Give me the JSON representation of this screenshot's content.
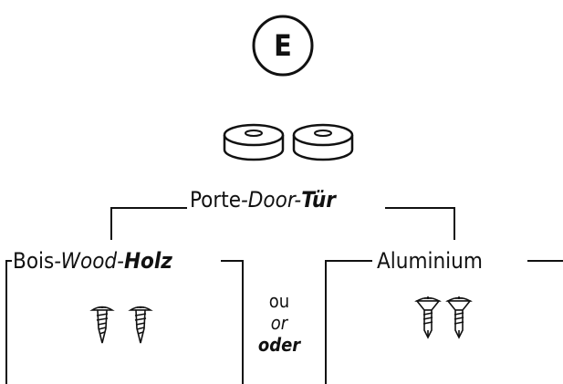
{
  "badge": {
    "letter": "E"
  },
  "door": {
    "fr": "Porte",
    "sep1": "-",
    "en": "Door",
    "sep2": "-",
    "de": "Tür"
  },
  "wood": {
    "fr": "Bois",
    "sep1": "-",
    "en": "Wood",
    "sep2": "-",
    "de": "Holz"
  },
  "aluminium": {
    "label": "Aluminium"
  },
  "or": {
    "fr": "ou",
    "en": "or",
    "de": "oder"
  },
  "icons": {
    "spacers": "round-spacer-washer-icon",
    "wood_screws": "wood-screw-icon",
    "alu_screws": "self-drilling-screw-icon"
  },
  "colors": {
    "ink": "#111111",
    "background": "#ffffff"
  }
}
